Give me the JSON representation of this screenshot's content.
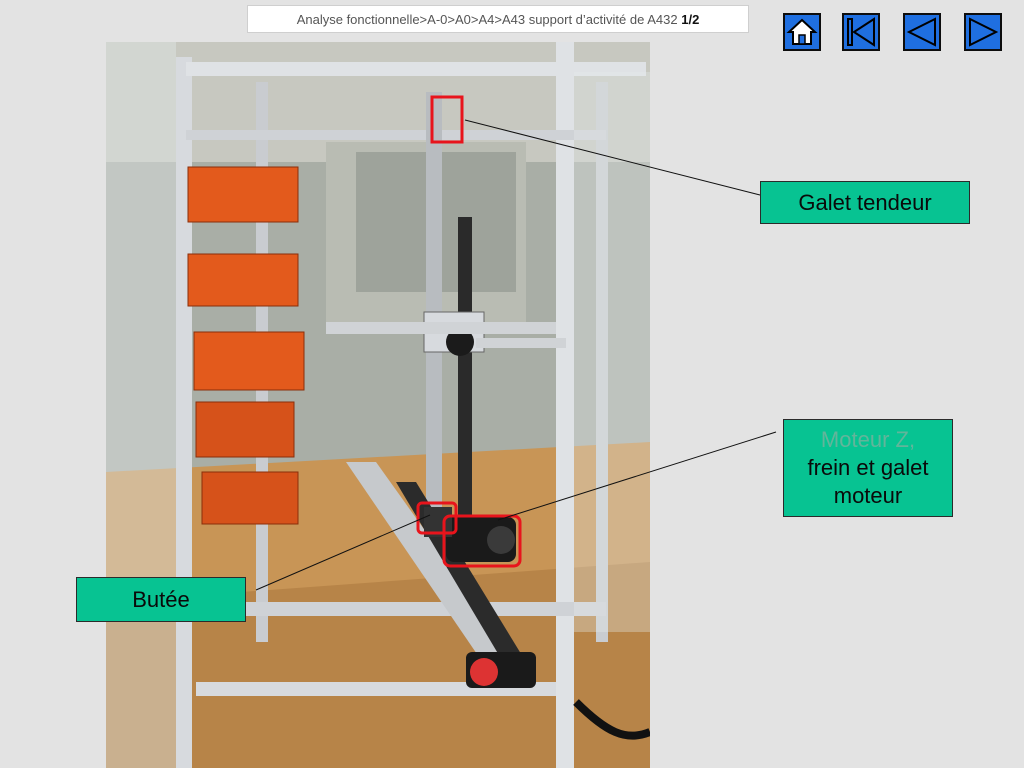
{
  "breadcrumb": {
    "path": "Analyse fonctionnelle>A-0>A0>A4>A43 support d’activité de A432 ",
    "page_current": "1",
    "page_sep": "/",
    "page_total": "2"
  },
  "nav": {
    "home_icon": "home-icon",
    "first_icon": "first-page-icon",
    "prev_icon": "previous-icon",
    "next_icon": "next-icon",
    "accent": "#1f6fe0"
  },
  "labels": {
    "galet_tendeur": "Galet tendeur",
    "moteur_z": "Moteur Z,",
    "moteur_rest": "frein et galet moteur",
    "butee": "Butée"
  },
  "colors": {
    "label_bg": "#07c392",
    "highlight": "#e8141c"
  }
}
